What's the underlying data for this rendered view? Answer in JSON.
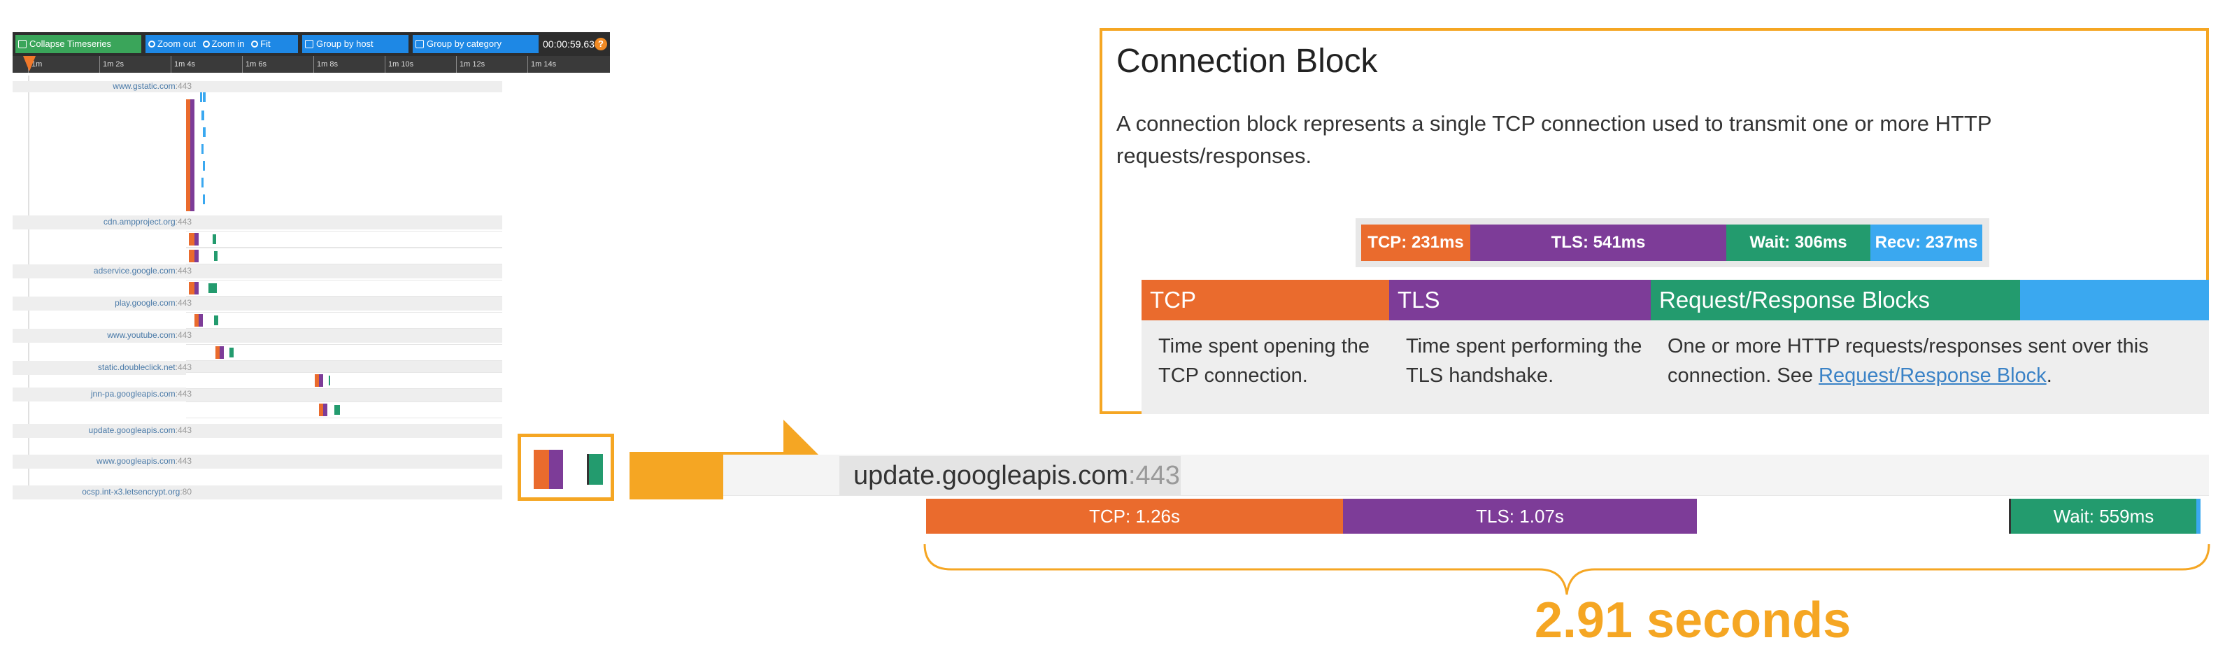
{
  "toolbar": {
    "buttons": [
      {
        "label": "Collapse Timeseries",
        "icon": "collapse-icon",
        "color": "#3aa55a"
      },
      {
        "label": "Zoom out",
        "icon": "zoom-out-icon",
        "color": "#1e88e5"
      },
      {
        "label": "Zoom in",
        "icon": "zoom-in-icon",
        "color": "#1e88e5"
      },
      {
        "label": "Fit",
        "icon": "fit-icon",
        "color": "#1e88e5"
      },
      {
        "label": "Group by host",
        "icon": "group-host-icon",
        "color": "#1e88e5"
      },
      {
        "label": "Group by category",
        "icon": "group-category-icon",
        "color": "#1e88e5"
      }
    ],
    "timer": "00:00:59.634",
    "help_icon": "help-icon",
    "help_glyph": "?"
  },
  "ticks": [
    "1m",
    "1m 2s",
    "1m 4s",
    "1m 6s",
    "1m 8s",
    "1m 10s",
    "1m 12s",
    "1m 14s"
  ],
  "hosts": [
    {
      "host": "www.gstatic.com",
      "port": ":443"
    },
    {
      "host": "cdn.ampproject.org",
      "port": ":443"
    },
    {
      "host": "adservice.google.com",
      "port": ":443"
    },
    {
      "host": "play.google.com",
      "port": ":443"
    },
    {
      "host": "www.youtube.com",
      "port": ":443"
    },
    {
      "host": "static.doubleclick.net",
      "port": ":443"
    },
    {
      "host": "jnn-pa.googleapis.com",
      "port": ":443"
    },
    {
      "host": "update.googleapis.com",
      "port": ":443"
    },
    {
      "host": "www.googleapis.com",
      "port": ":443"
    },
    {
      "host": "ocsp.int-x3.letsencrypt.org",
      "port": ":80"
    }
  ],
  "colors": {
    "tcp": "#ea6b2d",
    "tls": "#7d3c98",
    "wait": "#239b6e",
    "recv": "#3aa8f0",
    "highlight": "#f5a623"
  },
  "connection_block": {
    "title": "Connection Block",
    "description": "A connection block represents a single TCP connection used to transmit one or more HTTP requests/responses.",
    "mini_bar": [
      {
        "label": "TCP: 231ms",
        "kind": "tcp"
      },
      {
        "label": "TLS: 541ms",
        "kind": "tls"
      },
      {
        "label": "Wait: 306ms",
        "kind": "wait"
      },
      {
        "label": "Recv: 237ms",
        "kind": "recv"
      }
    ],
    "columns": [
      {
        "header": "TCP",
        "kind": "tcp",
        "body": "Time spent opening the TCP connection."
      },
      {
        "header": "TLS",
        "kind": "tls",
        "body": "Time spent performing the TLS handshake."
      },
      {
        "header": "Request/Response Blocks",
        "kind": "wait",
        "body_prefix": "One or more HTTP requests/responses sent over this connection. See ",
        "link": "Request/Response Block",
        "body_suffix": "."
      }
    ]
  },
  "example": {
    "host": "update.googleapis.com",
    "port": ":443",
    "segments": [
      {
        "label": "TCP: 1.26s",
        "kind": "tcp"
      },
      {
        "label": "TLS: 1.07s",
        "kind": "tls"
      },
      {
        "label": "Wait: 559ms",
        "kind": "wait"
      }
    ],
    "total": "2.91 seconds"
  }
}
